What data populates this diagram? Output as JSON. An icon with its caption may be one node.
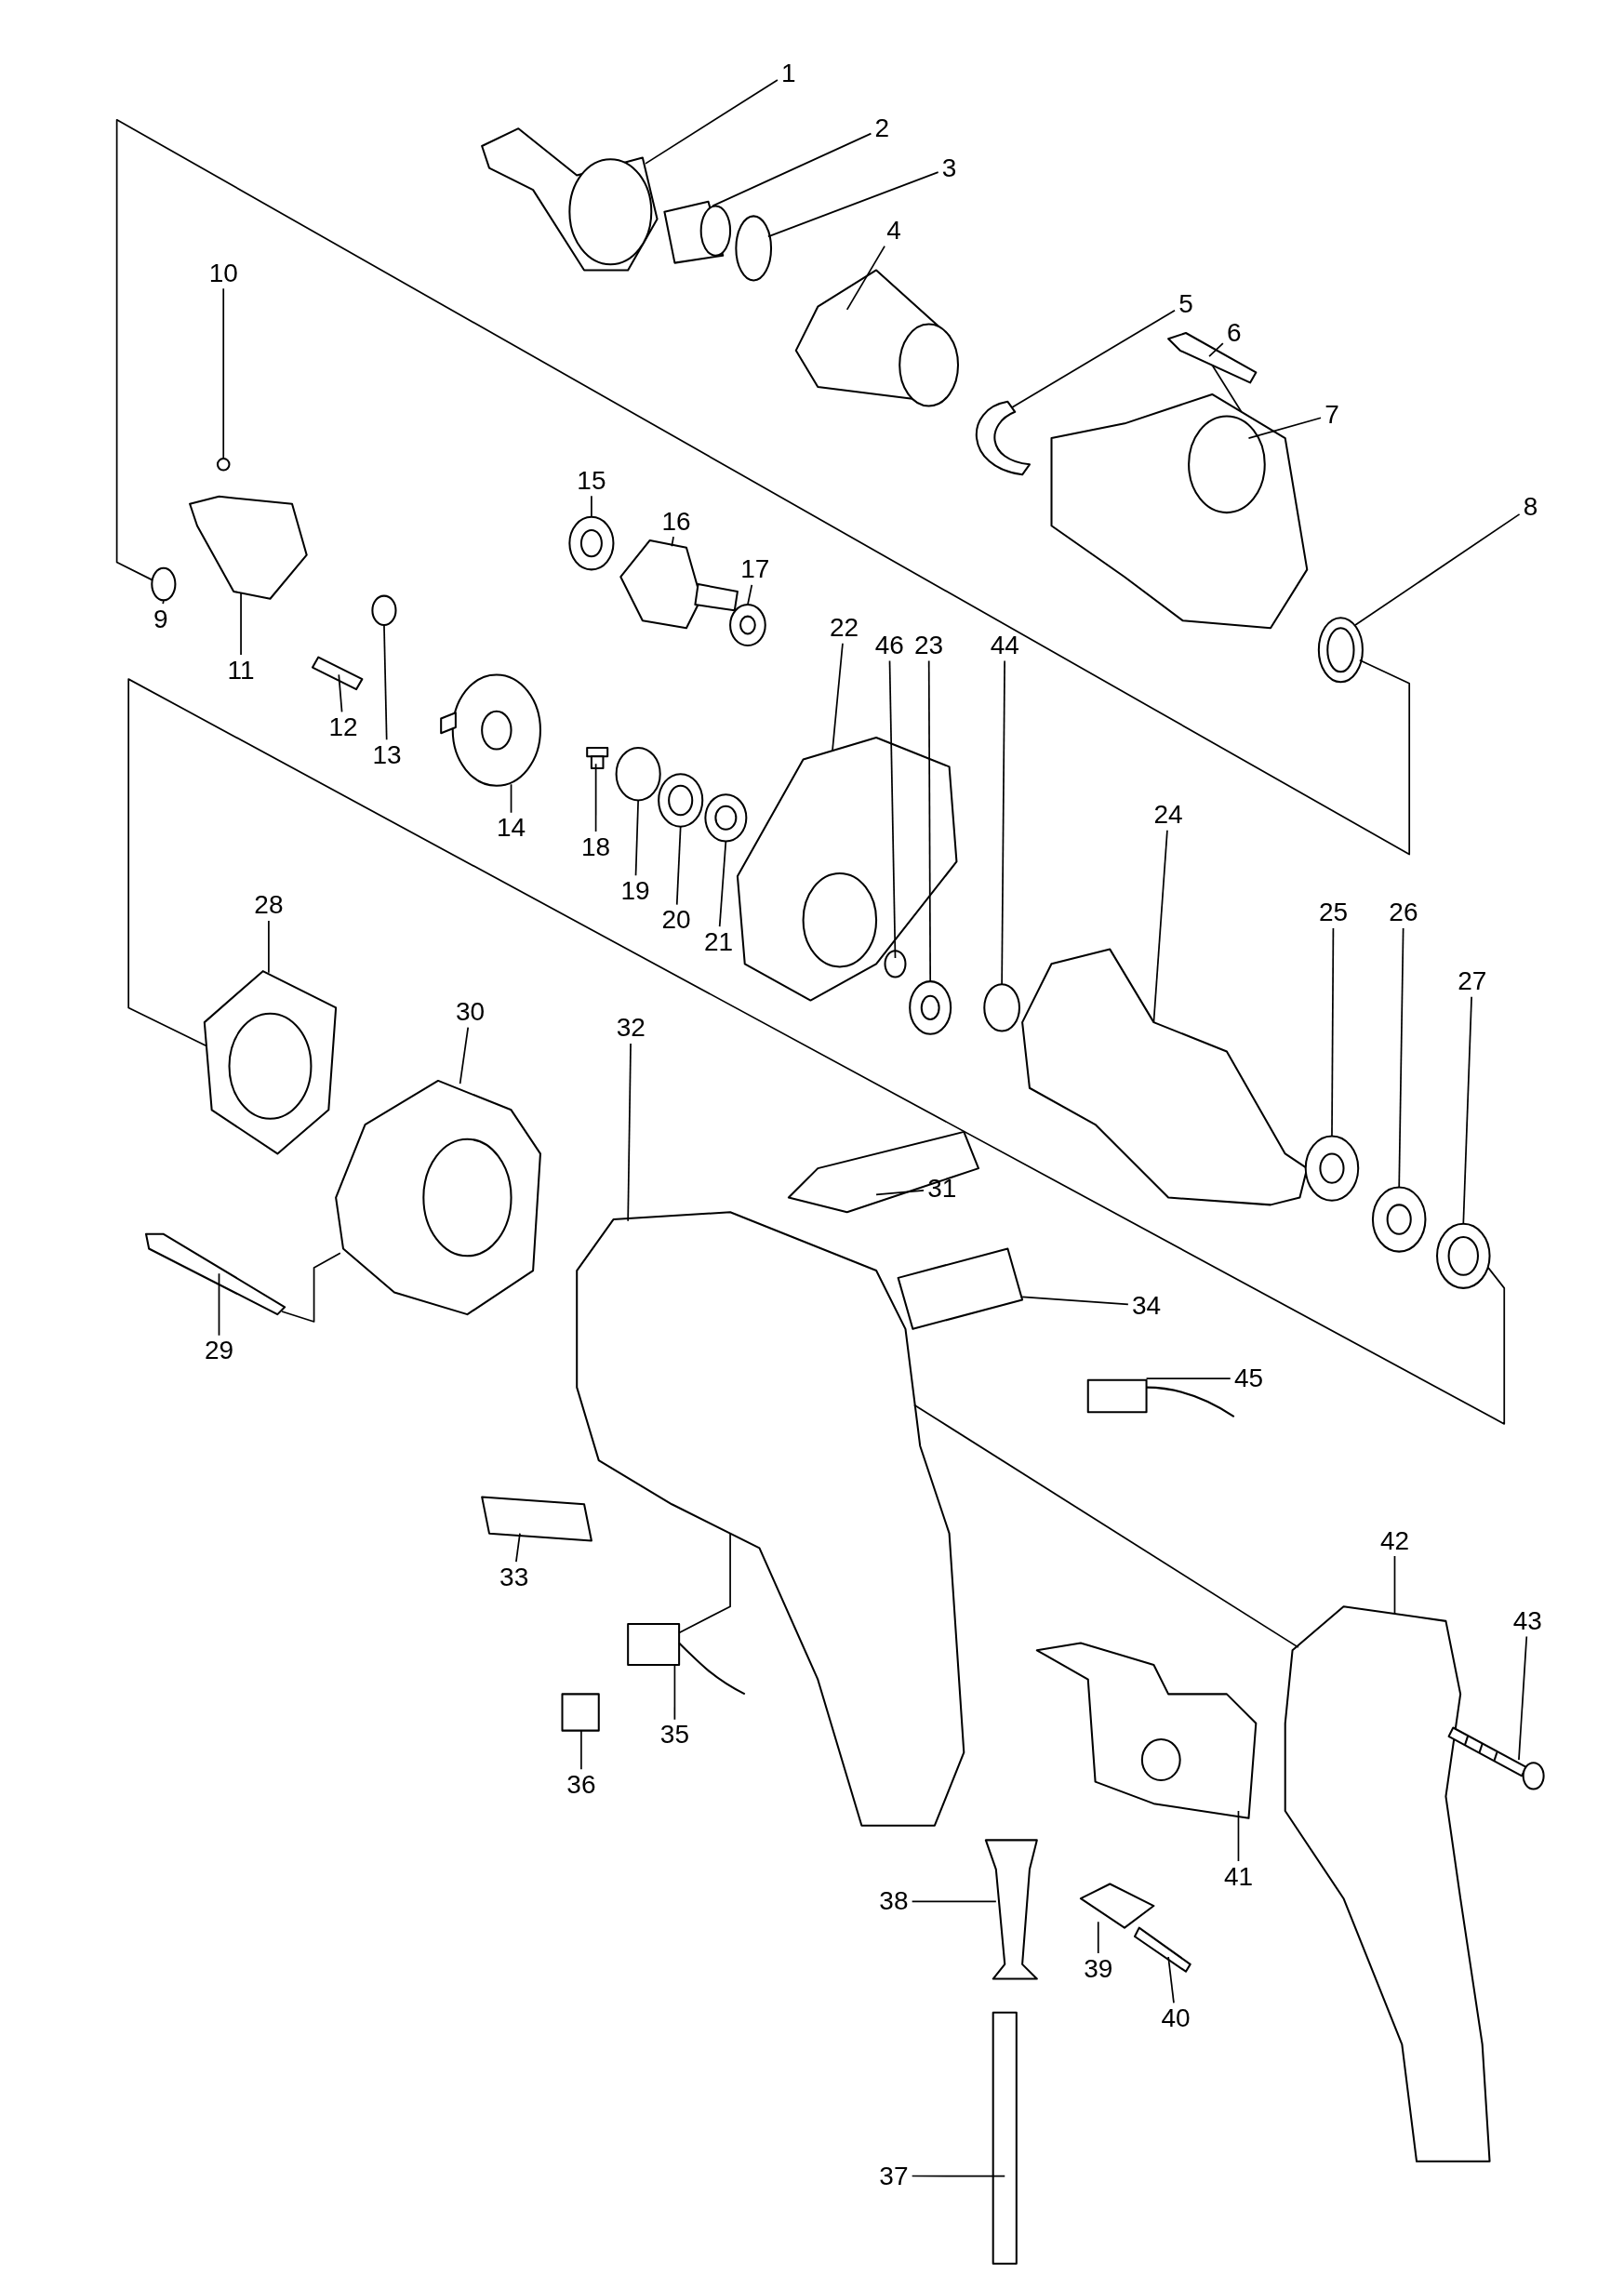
{
  "diagram": {
    "nodes": [
      {
        "text": [
          "1"
        ]
      },
      {
        "text": [
          "2"
        ]
      },
      {
        "text": [
          "3"
        ]
      },
      {
        "text": [
          "4"
        ]
      },
      {
        "text": [
          "5"
        ]
      },
      {
        "text": [
          "6"
        ]
      },
      {
        "text": [
          "7"
        ]
      },
      {
        "text": [
          "8"
        ]
      },
      {
        "text": [
          "9"
        ]
      },
      {
        "text": [
          "10"
        ]
      },
      {
        "text": [
          "11"
        ]
      },
      {
        "text": [
          "12"
        ]
      },
      {
        "text": [
          "13"
        ]
      },
      {
        "text": [
          "14"
        ]
      },
      {
        "text": [
          "15"
        ]
      },
      {
        "text": [
          "16"
        ]
      },
      {
        "text": [
          "17"
        ]
      },
      {
        "text": [
          "18"
        ]
      },
      {
        "text": [
          "19"
        ]
      },
      {
        "text": [
          "20"
        ]
      },
      {
        "text": [
          "21"
        ]
      },
      {
        "text": [
          "22"
        ]
      },
      {
        "text": [
          "23"
        ]
      },
      {
        "text": [
          "24"
        ]
      },
      {
        "text": [
          "25"
        ]
      },
      {
        "text": [
          "26"
        ]
      },
      {
        "text": [
          "27"
        ]
      },
      {
        "text": [
          "28"
        ]
      },
      {
        "text": [
          "29"
        ]
      },
      {
        "text": [
          "30"
        ]
      },
      {
        "text": [
          "31"
        ]
      },
      {
        "text": [
          "32"
        ]
      },
      {
        "text": [
          "33"
        ]
      },
      {
        "text": [
          "34"
        ]
      },
      {
        "text": [
          "35"
        ]
      },
      {
        "text": [
          "36"
        ]
      },
      {
        "text": [
          "37"
        ]
      },
      {
        "text": [
          "38"
        ]
      },
      {
        "text": [
          "39"
        ]
      },
      {
        "text": [
          "40"
        ]
      },
      {
        "text": [
          "41"
        ]
      },
      {
        "text": [
          "42"
        ]
      },
      {
        "text": [
          "43"
        ]
      },
      {
        "text": [
          "44"
        ]
      },
      {
        "text": [
          "45"
        ]
      },
      {
        "text": [
          "46"
        ]
      },
      {
        "text": [],
        "shape": "picture"
      },
      {
        "text": [],
        "shape": "picture"
      },
      {
        "text": [],
        "shape": "circle"
      },
      {
        "text": [],
        "shape": "picture"
      },
      {
        "text": [],
        "shape": "picture"
      },
      {
        "text": [],
        "shape": "picture"
      },
      {
        "text": [],
        "shape": "picture"
      },
      {
        "text": [],
        "shape": "picture"
      },
      {
        "text": [],
        "shape": "circle"
      },
      {
        "text": [],
        "shape": "circle"
      },
      {
        "text": [],
        "shape": "picture"
      },
      {
        "text": [],
        "shape": "picture"
      },
      {
        "text": [],
        "shape": "circle"
      },
      {
        "text": [],
        "shape": "picture"
      },
      {
        "text": [],
        "shape": "picture"
      },
      {
        "text": [],
        "shape": "picture"
      },
      {
        "text": [],
        "shape": "picture"
      },
      {
        "text": [],
        "shape": "picture"
      },
      {
        "text": [],
        "shape": "circle"
      },
      {
        "text": [],
        "shape": "picture"
      },
      {
        "text": [],
        "shape": "picture"
      },
      {
        "text": [],
        "shape": "picture"
      },
      {
        "text": [],
        "shape": "picture"
      },
      {
        "text": [],
        "shape": "picture"
      },
      {
        "text": [],
        "shape": "picture"
      },
      {
        "text": [],
        "shape": "picture"
      },
      {
        "text": [],
        "shape": "picture"
      },
      {
        "text": [],
        "shape": "picture"
      },
      {
        "text": [],
        "shape": "picture"
      },
      {
        "text": [],
        "shape": "picture"
      },
      {
        "text": [],
        "shape": "picture"
      },
      {
        "text": [],
        "shape": "picture"
      },
      {
        "text": [],
        "shape": "picture"
      },
      {
        "text": [],
        "shape": "picture"
      },
      {
        "text": [],
        "shape": "picture"
      },
      {
        "text": [],
        "shape": "box"
      },
      {
        "text": [],
        "shape": "bar"
      },
      {
        "text": [],
        "shape": "picture"
      },
      {
        "text": [],
        "shape": "picture"
      },
      {
        "text": [],
        "shape": "picture"
      },
      {
        "text": [],
        "shape": "picture"
      },
      {
        "text": [],
        "shape": "picture"
      },
      {
        "text": [],
        "shape": "picture"
      },
      {
        "text": [],
        "shape": "circle"
      },
      {
        "text": [],
        "shape": "picture"
      },
      {
        "text": [],
        "shape": "circle"
      }
    ],
    "edges": [
      {
        "from": 0,
        "to": 46,
        "arrow": "none"
      },
      {
        "from": 1,
        "to": 47,
        "arrow": "none"
      },
      {
        "from": 2,
        "to": 48,
        "arrow": "none"
      },
      {
        "from": 3,
        "to": 49,
        "arrow": "none"
      },
      {
        "from": 4,
        "to": 50,
        "arrow": "none"
      },
      {
        "from": 5,
        "to": 51,
        "arrow": "none"
      },
      {
        "from": 6,
        "to": 52,
        "arrow": "none"
      },
      {
        "from": 7,
        "to": 53,
        "arrow": "none"
      },
      {
        "from": 8,
        "to": 54,
        "arrow": "none"
      },
      {
        "from": 9,
        "to": 55,
        "arrow": "none"
      },
      {
        "from": 10,
        "to": 56,
        "arrow": "none"
      },
      {
        "from": 11,
        "to": 57,
        "arrow": "none"
      },
      {
        "from": 12,
        "to": 58,
        "arrow": "none"
      },
      {
        "from": 13,
        "to": 59,
        "arrow": "none"
      },
      {
        "from": 14,
        "to": 60,
        "arrow": "none"
      },
      {
        "from": 15,
        "to": 61,
        "arrow": "none"
      },
      {
        "from": 16,
        "to": 62,
        "arrow": "none"
      },
      {
        "from": 17,
        "to": 63,
        "arrow": "none"
      },
      {
        "from": 18,
        "to": 64,
        "arrow": "none"
      },
      {
        "from": 19,
        "to": 65,
        "arrow": "none"
      },
      {
        "from": 20,
        "to": 66,
        "arrow": "none"
      },
      {
        "from": 21,
        "to": 67,
        "arrow": "none"
      },
      {
        "from": 22,
        "to": 68,
        "arrow": "none"
      },
      {
        "from": 23,
        "to": 69,
        "arrow": "none"
      },
      {
        "from": 24,
        "to": 70,
        "arrow": "none"
      },
      {
        "from": 25,
        "to": 71,
        "arrow": "none"
      },
      {
        "from": 26,
        "to": 72,
        "arrow": "none"
      },
      {
        "from": 27,
        "to": 73,
        "arrow": "none"
      },
      {
        "from": 28,
        "to": 74,
        "arrow": "none"
      },
      {
        "from": 29,
        "to": 75,
        "arrow": "none"
      },
      {
        "from": 30,
        "to": 76,
        "arrow": "none"
      },
      {
        "from": 31,
        "to": 77,
        "arrow": "none"
      },
      {
        "from": 32,
        "to": 78,
        "arrow": "none"
      },
      {
        "from": 33,
        "to": 79,
        "arrow": "none"
      },
      {
        "from": 34,
        "to": 80,
        "arrow": "none"
      },
      {
        "from": 35,
        "to": 81,
        "arrow": "none"
      },
      {
        "from": 36,
        "to": 82,
        "arrow": "none"
      },
      {
        "from": 37,
        "to": 83,
        "arrow": "none"
      },
      {
        "from": 38,
        "to": 84,
        "arrow": "none"
      },
      {
        "from": 39,
        "to": 85,
        "arrow": "none"
      },
      {
        "from": 40,
        "to": 86,
        "arrow": "none"
      },
      {
        "from": 41,
        "to": 87,
        "arrow": "none"
      },
      {
        "from": 42,
        "to": 88,
        "arrow": "none"
      },
      {
        "from": 43,
        "to": 89,
        "arrow": "none"
      },
      {
        "from": 44,
        "to": 90,
        "arrow": "none"
      },
      {
        "from": 45,
        "to": 91,
        "arrow": "none"
      },
      {
        "from": 54,
        "to": 53,
        "arrow": "none"
      },
      {
        "from": 73,
        "to": 72,
        "arrow": "none"
      },
      {
        "from": 74,
        "to": 75,
        "arrow": "none"
      },
      {
        "from": 77,
        "to": 87,
        "arrow": "none"
      },
      {
        "from": 80,
        "to": 77,
        "arrow": "none"
      },
      {
        "from": 51,
        "to": 52,
        "arrow": "none"
      }
    ]
  }
}
